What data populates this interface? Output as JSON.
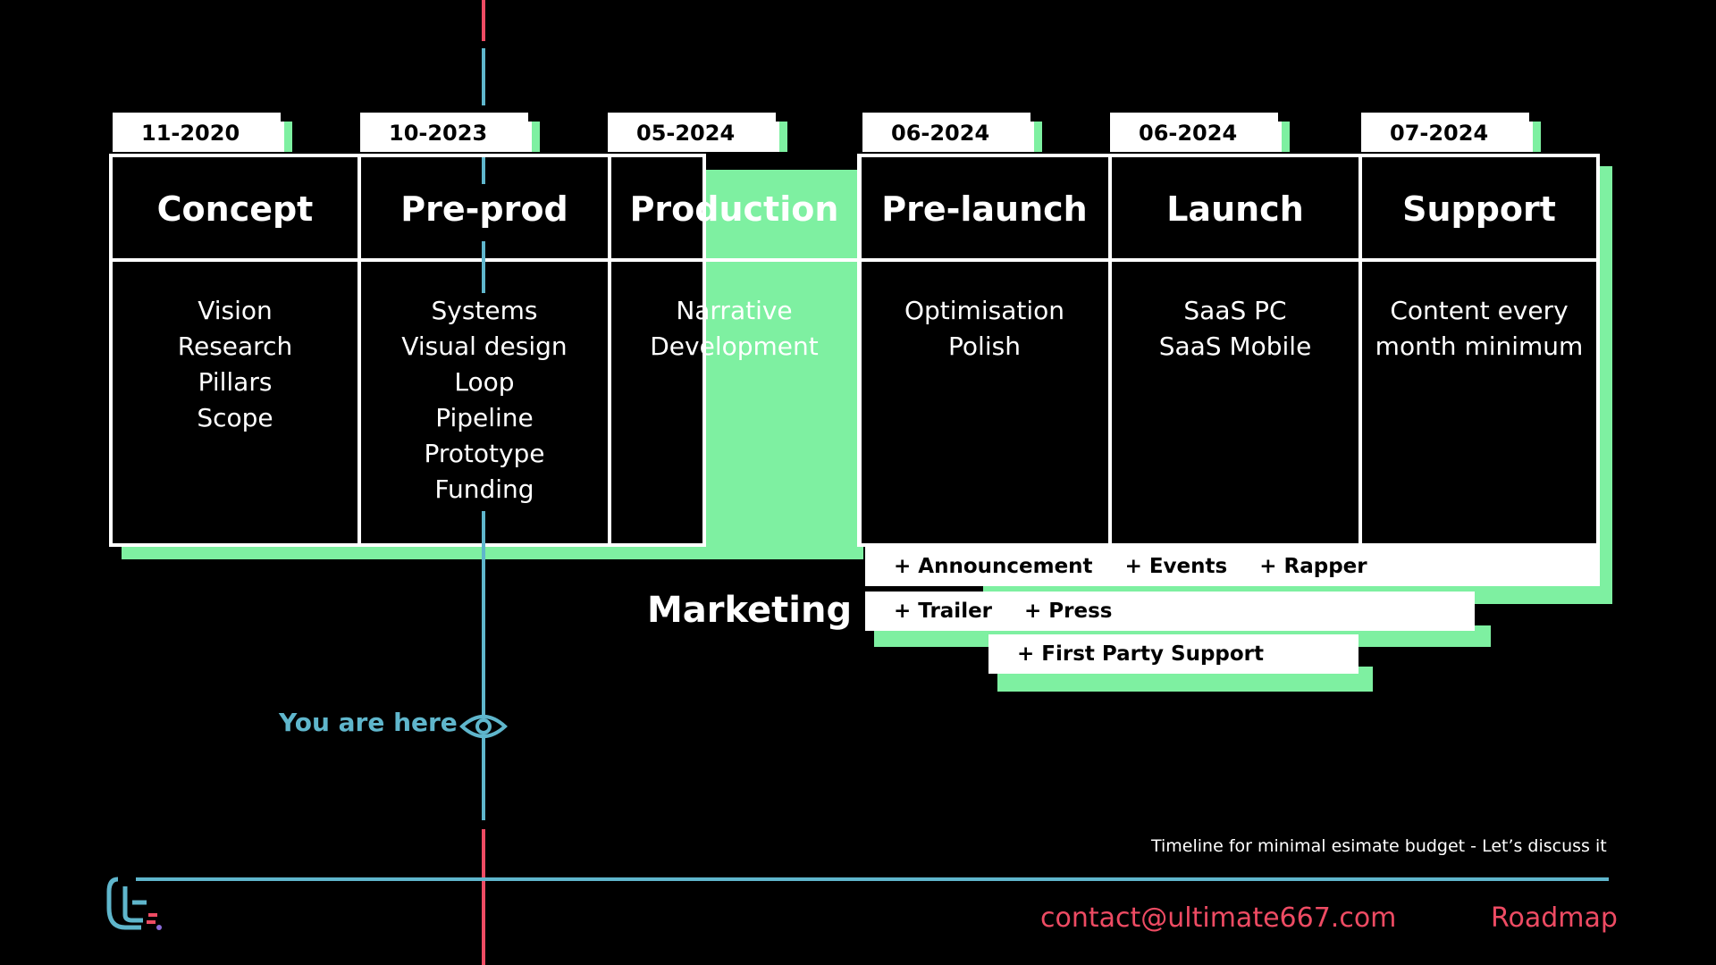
{
  "phases": [
    {
      "date": "11-2020",
      "title": "Concept",
      "items": [
        "Vision",
        "Research",
        "Pillars",
        "Scope"
      ]
    },
    {
      "date": "10-2023",
      "title": "Pre-prod",
      "items": [
        "Systems",
        "Visual design",
        "Loop",
        "Pipeline",
        "Prototype",
        "Funding"
      ]
    },
    {
      "date": "05-2024",
      "title": "Production",
      "items": [
        "Narrative",
        "Development"
      ]
    },
    {
      "date": "06-2024",
      "title": "Pre-launch",
      "items": [
        "Optimisation",
        "Polish"
      ]
    },
    {
      "date": "06-2024",
      "title": "Launch",
      "items": [
        "SaaS PC",
        "SaaS Mobile"
      ]
    },
    {
      "date": "07-2024",
      "title": "Support",
      "items": [
        "Content every",
        "month minimum"
      ]
    }
  ],
  "marketing": {
    "label": "Marketing",
    "rows": [
      [
        "+ Announcement",
        "+ Events",
        "+ Rapper"
      ],
      [
        "+ Trailer",
        "+ Press"
      ],
      [
        "+ First Party Support"
      ]
    ]
  },
  "marker": {
    "label": "You are here",
    "icon": "eye-icon"
  },
  "footer": {
    "note": "Timeline for minimal esimate budget - Let’s discuss it",
    "email": "contact@ultimate667.com",
    "page_label": "Roadmap",
    "logo": "ultimate-logo"
  },
  "colors": {
    "accent_green": "#7ef0a1",
    "timeline_blue": "#5fb6cc",
    "accent_red": "#ee4b63",
    "background": "#000000"
  }
}
